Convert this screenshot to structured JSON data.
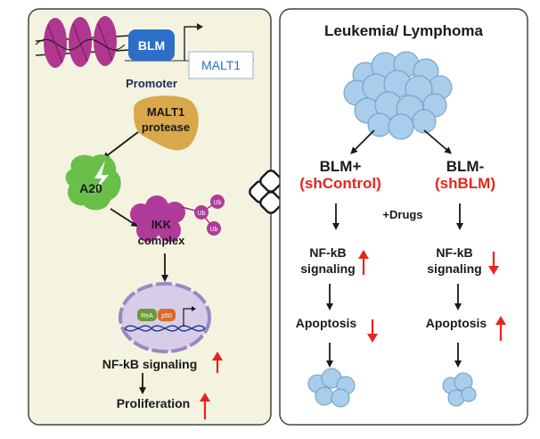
{
  "left_panel": {
    "gene_label": "BLM",
    "target_label": "MALT1",
    "promoter_label": "Promoter",
    "protease_line1": "MALT1",
    "protease_line2": "protease",
    "a20_label": "A20",
    "ub_label": "Ub",
    "ikk_line1": "IKK",
    "ikk_line2": "complex",
    "rela_label": "ReA",
    "p50_label": "p50",
    "nfkb_signaling_label": "NF-kB signaling",
    "proliferation_label": "Proliferation"
  },
  "right_panel": {
    "title": "Leukemia/ Lymphoma",
    "left_branch": {
      "line1": "BLM+",
      "line2": "(shControl)",
      "nfkb_line1": "NF-kB",
      "nfkb_line2": "signaling",
      "apoptosis_label": "Apoptosis"
    },
    "right_branch": {
      "line1": "BLM-",
      "line2": "(shBLM)",
      "nfkb_line1": "NF-kB",
      "nfkb_line2": "signaling",
      "apoptosis_label": "Apoptosis"
    },
    "drugs_label": "+Drugs"
  },
  "colors": {
    "left_bg": "#f3f3e0",
    "right_bg": "#ffffff",
    "chromatin": "#b0378f",
    "blm_box": "#2d6fc8",
    "protease": "#d8a84a",
    "a20": "#6abf4b",
    "ikk": "#b03a9a",
    "nucleus": "#d8cde8",
    "cell": "#a9cdea",
    "up_arrow": "#e8241c",
    "highlight_text": "#e8241c"
  }
}
